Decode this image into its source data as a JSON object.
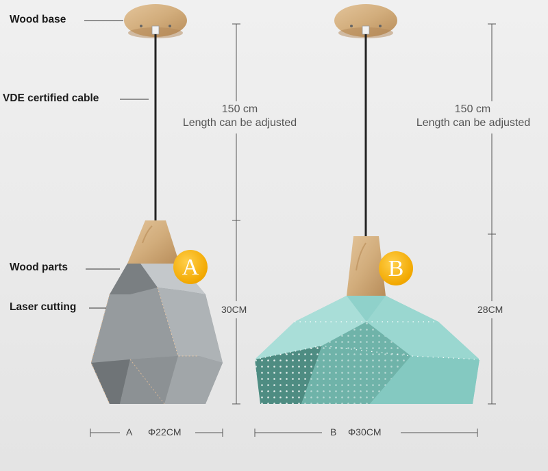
{
  "callouts": {
    "wood_base": "Wood base",
    "cable": "VDE certified cable",
    "wood_parts": "Wood parts",
    "laser_cutting": "Laser cutting"
  },
  "lamp_a": {
    "badge": "A",
    "cable_length": "150 cm",
    "adjust_note": "Length can be adjusted",
    "shade_height": "30CM",
    "diameter_letter": "A",
    "diameter": "Φ22CM",
    "shade_color": "#8e9294"
  },
  "lamp_b": {
    "badge": "B",
    "cable_length": "150 cm",
    "adjust_note": "Length can be adjusted",
    "shade_height": "28CM",
    "diameter_letter": "B",
    "diameter": "Φ30CM",
    "shade_color": "#8fd3cc"
  },
  "colors": {
    "wood": "#d6b487",
    "badge": "#f2a800",
    "background": "#ececec"
  }
}
